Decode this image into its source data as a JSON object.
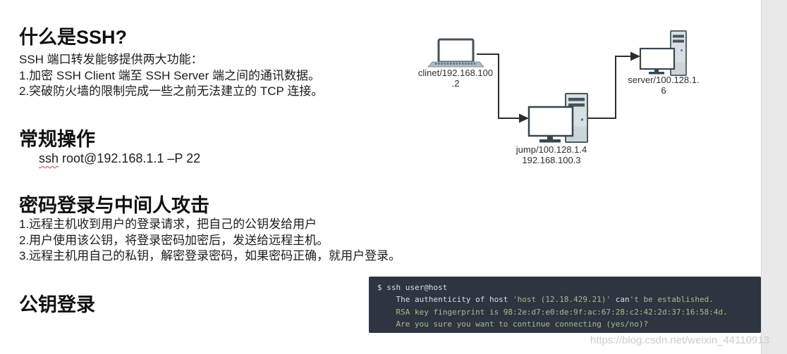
{
  "page": {
    "watermark": "https://blog.csdn.net/weixin_44110913"
  },
  "sections": {
    "what_is_ssh": {
      "title": "什么是SSH?",
      "lines": [
        "SSH 端口转发能够提供两大功能：",
        "1.加密 SSH Client 端至 SSH Server 端之间的通讯数据。",
        "2.突破防火墙的限制完成一些之前无法建立的 TCP 连接。"
      ]
    },
    "regular_ops": {
      "title": "常规操作",
      "command_ssh": "ssh",
      "command_rest": " root@192.168.1.1 –P 22"
    },
    "password_login": {
      "title": "密码登录与中间人攻击",
      "lines": [
        "1.远程主机收到用户的登录请求，把自己的公钥发给用户",
        "2.用户使用该公钥，将登录密码加密后，发送给远程主机。",
        "3.远程主机用自己的私钥，解密登录密码，如果密码正确，就用户登录。"
      ]
    },
    "pubkey_login": {
      "title": "公钥登录"
    }
  },
  "diagram": {
    "client": {
      "line1": "clinet/192.168.100",
      "line2": ".2"
    },
    "jump": {
      "line1": "jump/100.128.1.4",
      "line2": "192.168.100.3"
    },
    "server": {
      "line1": "server/100.128.1.",
      "line2": "6"
    }
  },
  "terminal": {
    "line1": "$ ssh user@host",
    "line2": {
      "prefix": "    The authenticity of host ",
      "host": "'host (12.18.429.21)'",
      "mid": " can",
      "tail": "'t be established."
    },
    "line3": "    RSA key fingerprint is 98:2e:d7:e0:de:9f:ac:67:28:c2:42:2d:37:16:58:4d.",
    "line4": "    Are you sure you want to continue connecting (yes/no)?",
    "colors": {
      "bg": "#2e3440",
      "text": "#d8dee9",
      "green": "#a3be8c"
    }
  }
}
